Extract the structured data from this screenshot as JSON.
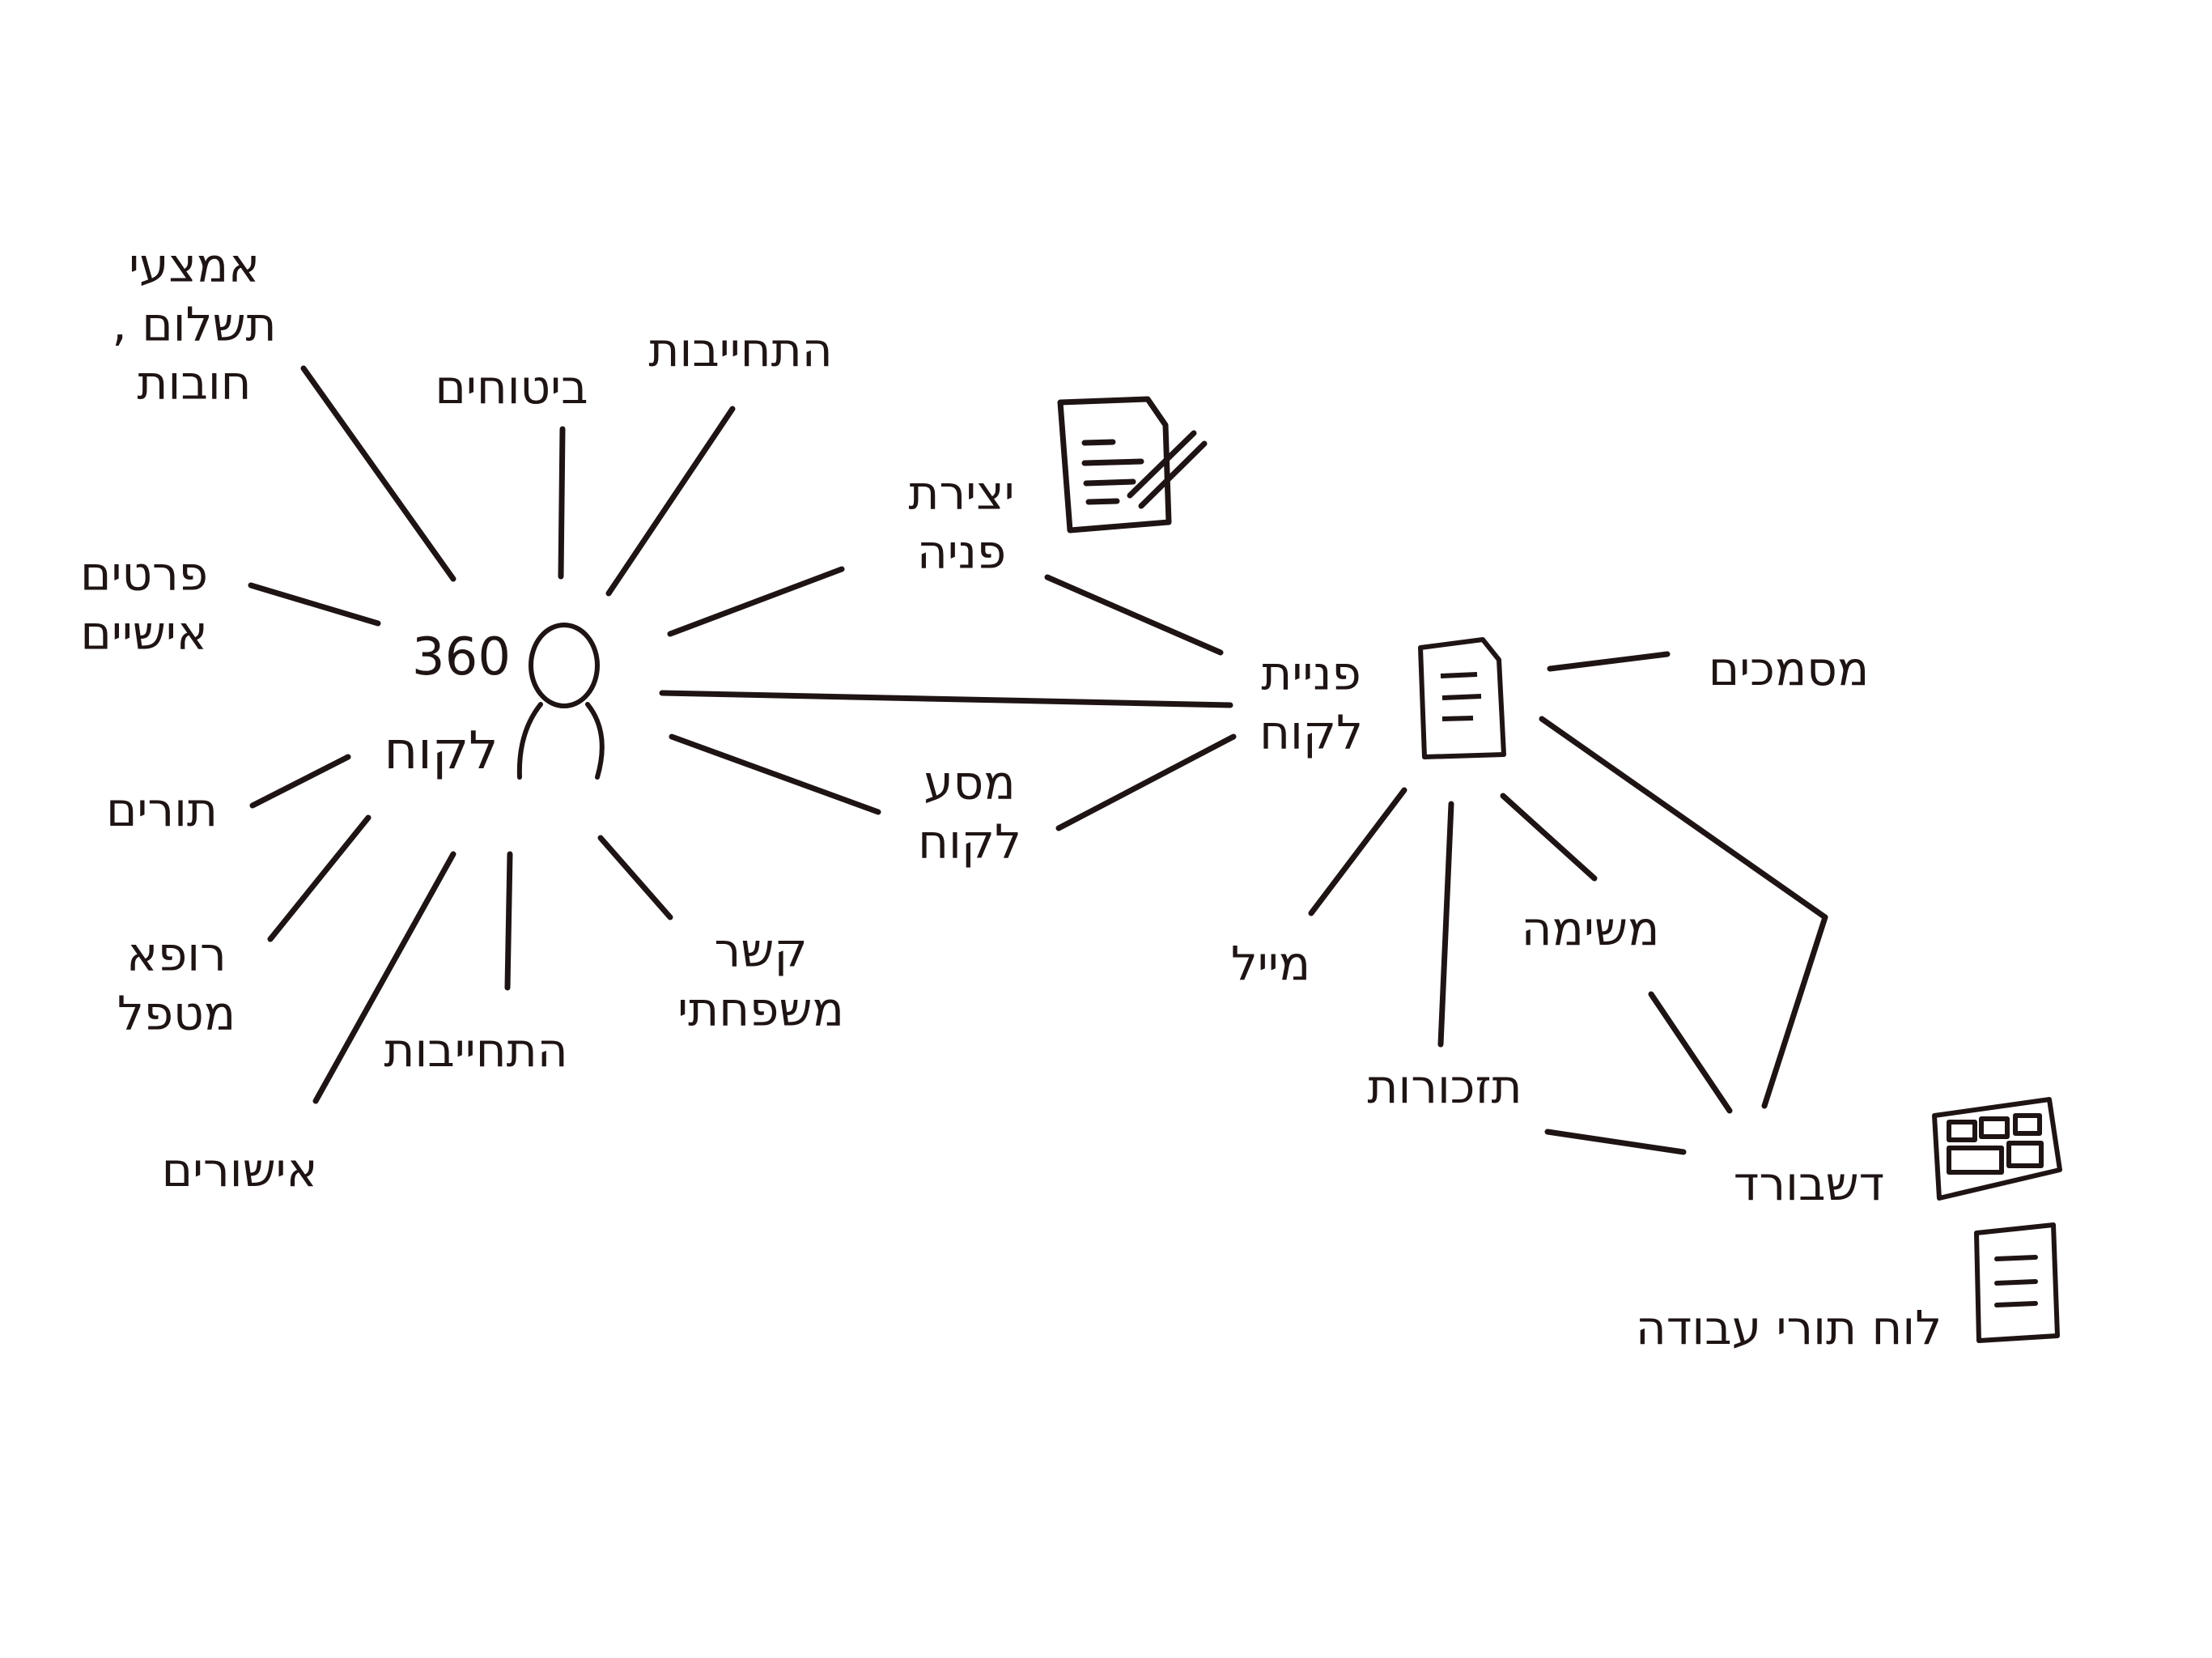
{
  "theme": {
    "ink": "#1f1414",
    "background": "#ffffff"
  },
  "center": {
    "number": "360",
    "title": "לקוח",
    "icon": "person-icon"
  },
  "spokes": {
    "payment": [
      "אמצעי",
      "תשלום ,",
      "חובות"
    ],
    "insurance": "ביטוחים",
    "responsibility": "התחייבות",
    "personal_details": [
      "פרטים",
      "אישיים"
    ],
    "diseases": "תורים",
    "family_doctor": [
      "רופא",
      "מטפל"
    ],
    "commitments": "התחייבות",
    "approvals": "אישורים",
    "family_link": [
      "קשר",
      "משפחתי"
    ]
  },
  "bridge": {
    "create_request": [
      "יצירת",
      "פניה"
    ],
    "customer_journey": [
      "מסע",
      "לקוח"
    ]
  },
  "request_hub": {
    "title": [
      "פניית",
      "לקוח"
    ],
    "icon": "document-icon"
  },
  "request_spokes": {
    "documents": "מסמכים",
    "email": "מייל",
    "reminders": "תזכורות",
    "task": "משימה"
  },
  "outputs": {
    "dashboard": "דשבורד",
    "work_queue": "לוח תורי עבודה",
    "dashboard_icon": "dashboard-icon",
    "list_icon": "list-icon",
    "create_icon": "document-pen-icon"
  }
}
